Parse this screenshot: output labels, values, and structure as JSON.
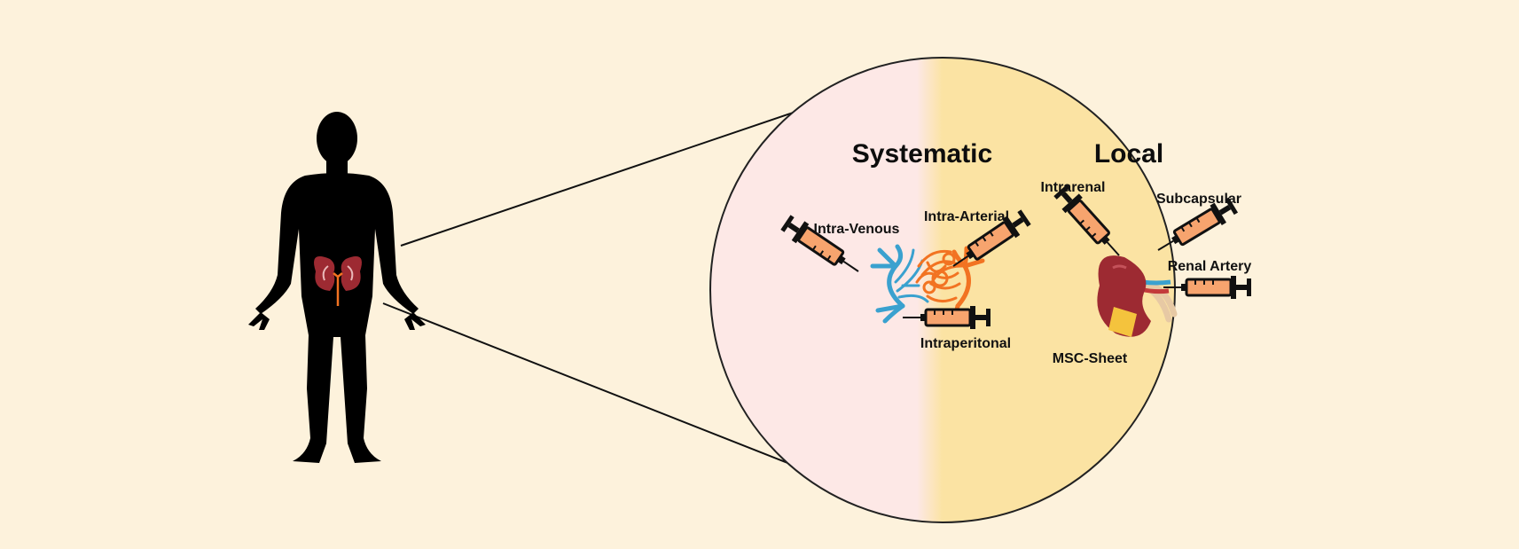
{
  "colors": {
    "background": "#fdf2dc",
    "systemic_panel": "#fde8e6",
    "local_panel": "#fbe3a3",
    "silhouette": "#000000",
    "kidney": "#9d2a32",
    "vein": "#3aa1cf",
    "artery": "#f27322",
    "syringe_fluid": "#f7a46e",
    "msc_sheet": "#f4c33d"
  },
  "sections": {
    "systemic": {
      "title": "Systematic",
      "routes": {
        "intravenous": "Intra-Venous",
        "intraarterial": "Intra-Arterial",
        "intraperitonal": "Intraperitonal"
      }
    },
    "local": {
      "title": "Local",
      "routes": {
        "intrarenal": "Intrarenal",
        "subcapsular": "Subcapsular",
        "renal_artery": "Renal Artery",
        "msc_sheet": "MSC-Sheet"
      }
    }
  },
  "icons": {
    "body": "human-silhouette-icon",
    "kidneys": "kidneys-icon",
    "syringe": "syringe-icon",
    "vessels": "blood-vessel-network-icon",
    "kidney_detail": "kidney-icon"
  }
}
